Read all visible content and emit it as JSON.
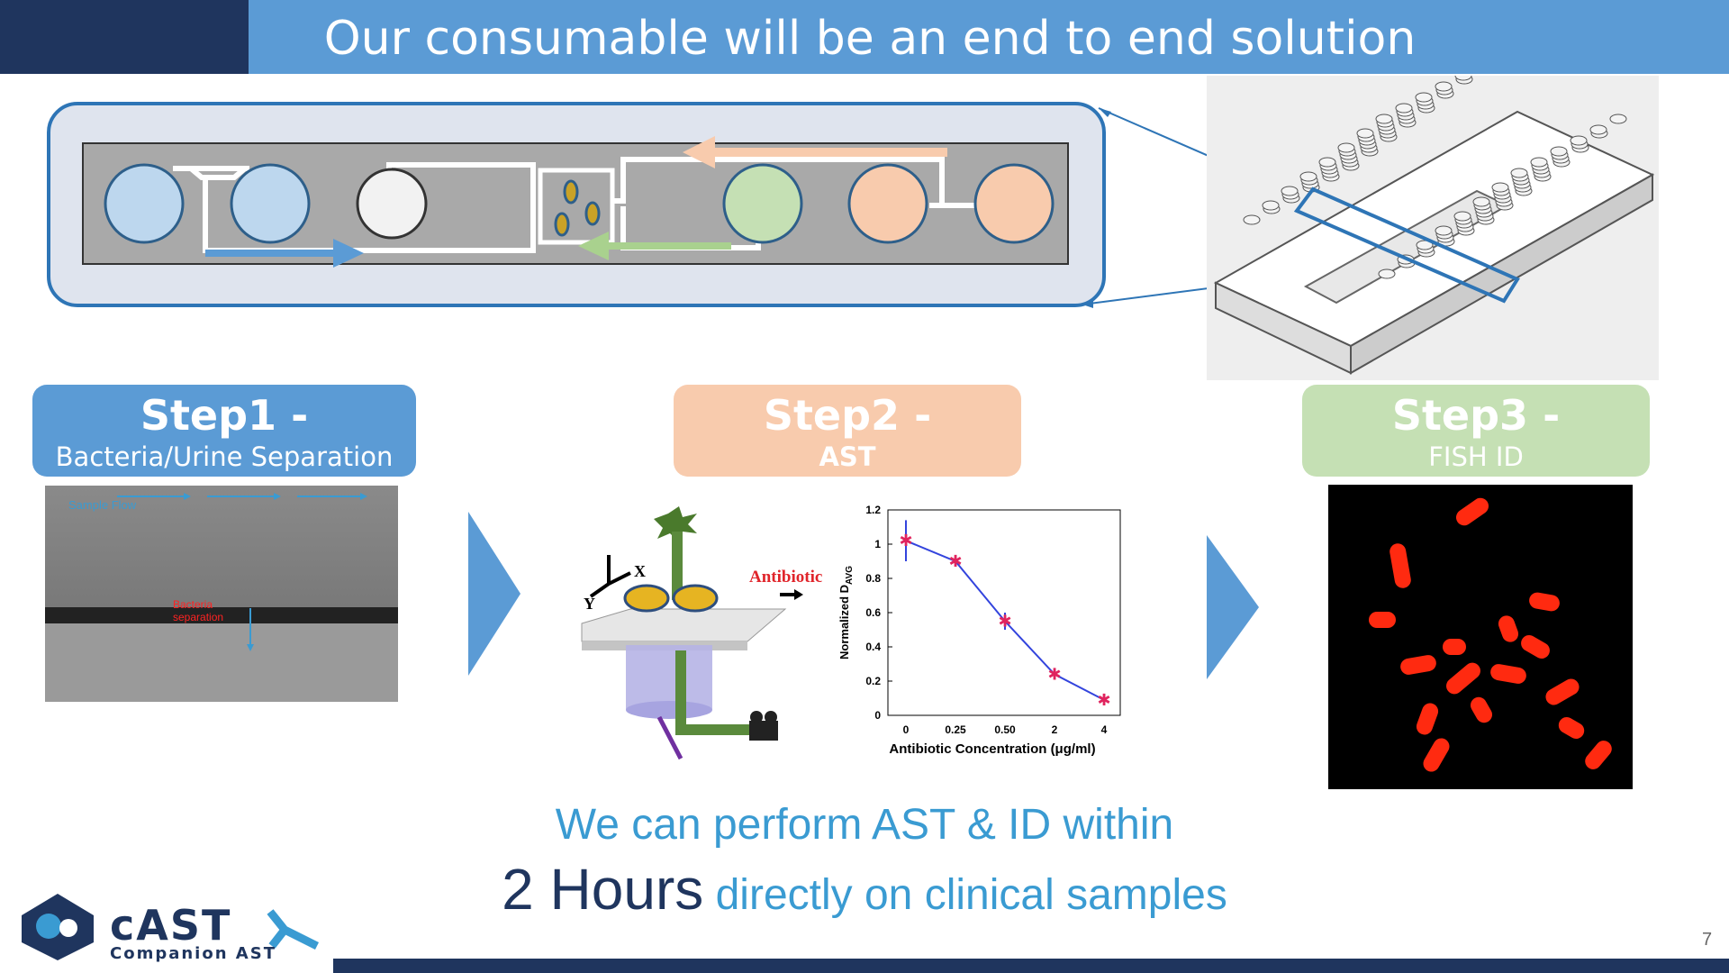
{
  "slide": {
    "title": "Our consumable will be an end to end solution",
    "page_number": "7"
  },
  "steps": [
    {
      "title": "Step1 -",
      "subtitle": "Bacteria/Urine Separation"
    },
    {
      "title": "Step2 -",
      "subtitle": "AST"
    },
    {
      "title": "Step3 -",
      "subtitle": "FISH ID"
    }
  ],
  "micrograph": {
    "flow_label": "Sample Flow",
    "separation_label_line1": "Bacteria",
    "separation_label_line2": "separation"
  },
  "setup_diagram": {
    "axis_x": "X",
    "axis_y": "Y",
    "antibiotic_label": "Antibiotic"
  },
  "chart_data": {
    "type": "line",
    "categories": [
      "0",
      "0.25",
      "0.50",
      "2",
      "4"
    ],
    "values": [
      1.02,
      0.9,
      0.55,
      0.24,
      0.09
    ],
    "errors": [
      0.12,
      0.02,
      0.05,
      0.03,
      0.02
    ],
    "ylim": [
      0,
      1.2
    ],
    "yticks": [
      "0",
      "0.2",
      "0.4",
      "0.6",
      "0.8",
      "1",
      "1.2"
    ],
    "xlabel": "Antibiotic Concentration (μg/ml)",
    "ylabel_main": "Normalized D",
    "ylabel_sub": "AVG",
    "line_color": "#3344dd",
    "marker_color": "#e0245e"
  },
  "message": {
    "line1": "We can perform AST & ID within",
    "hours": "2 Hours",
    "line2_rest": " directly on clinical samples"
  },
  "logo": {
    "name": "cAST",
    "tagline": "Companion AST"
  },
  "colors": {
    "blue": "#5b9bd5",
    "navy": "#1f355e",
    "peach": "#f8cbad",
    "green": "#c5e0b4"
  }
}
